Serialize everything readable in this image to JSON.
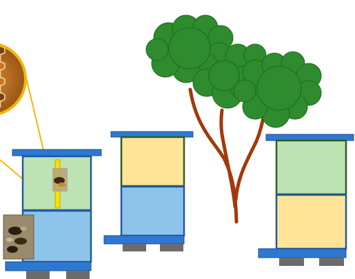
{
  "colors": {
    "hive_blue": "#2e78d2",
    "stand_gray": "#6b6b6b",
    "box_yellow": "#ffe497",
    "box_green": "#bde2b4",
    "box_light_blue": "#8ec4ea",
    "box_border_blue": "#1f5aa0",
    "box_border_green": "#2e5e1f",
    "tree_foliage": "#2e8b2e",
    "tree_trunk": "#a3390a",
    "callout_gold": "#f5b40a",
    "frame_yellow": "#f7e100"
  },
  "hives": [
    {
      "name": "hive-left",
      "boxes": [
        "green",
        "light_blue"
      ]
    },
    {
      "name": "hive-middle",
      "boxes": [
        "yellow",
        "light_blue"
      ]
    },
    {
      "name": "hive-right",
      "boxes": [
        "green",
        "yellow"
      ]
    }
  ],
  "icons": [
    "honeycomb-zoom-icon",
    "bee-photo-icon",
    "tree-icon"
  ]
}
